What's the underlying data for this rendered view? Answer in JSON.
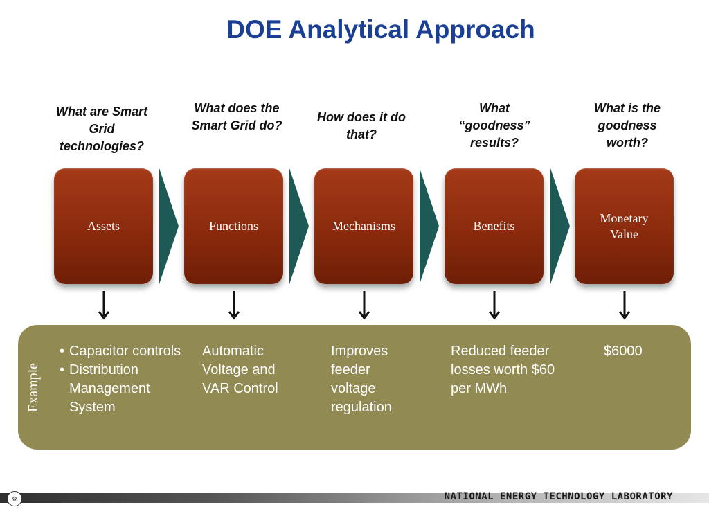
{
  "title": "DOE Analytical Approach",
  "columns": [
    {
      "question": "What are Smart Grid technologies?",
      "box": "Assets",
      "example": [
        "Capacitor controls",
        "Distribution Management System"
      ]
    },
    {
      "question": "What does the Smart Grid do?",
      "box": "Functions",
      "example": "Automatic Voltage and VAR Control"
    },
    {
      "question": "How does it do that?",
      "box": "Mechanisms",
      "example": "Improves feeder voltage regulation"
    },
    {
      "question": "What “goodness” results?",
      "box": "Benefits",
      "example": "Reduced feeder losses worth $60 per MWh"
    },
    {
      "question": "What is the goodness worth?",
      "box": "Monetary Value",
      "example": "$6000"
    }
  ],
  "example_label": "Example",
  "footer": {
    "organization": "NATIONAL ENERGY TECHNOLOGY LABORATORY"
  },
  "colors": {
    "title": "#1a3f94",
    "box": "#8b2a0d",
    "chevron": "#1d5a55",
    "panel": "#918a52"
  },
  "icons": [
    "chevron-right-icon",
    "arrow-down-icon",
    "netl-logo-icon"
  ]
}
